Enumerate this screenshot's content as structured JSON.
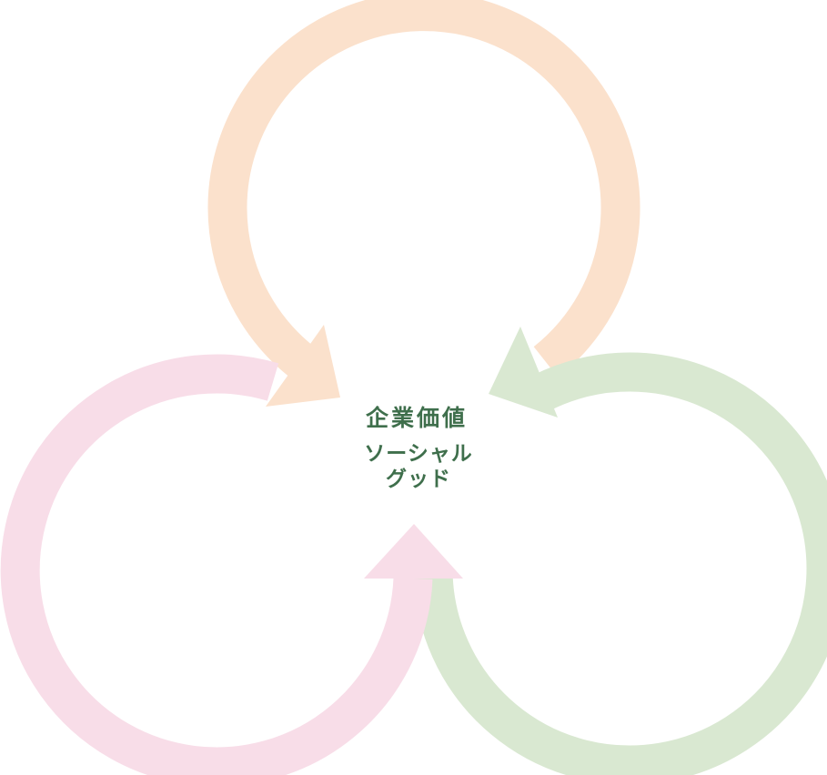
{
  "diagram": {
    "cycles": [
      {
        "id": "top",
        "color": "#fbe1cc"
      },
      {
        "id": "right",
        "color": "#d9e8d1"
      },
      {
        "id": "left",
        "color": "#f8dde8"
      }
    ]
  },
  "center": {
    "primary": "企業価値",
    "secondary_line1": "ソーシャル",
    "secondary_line2": "グッド"
  }
}
